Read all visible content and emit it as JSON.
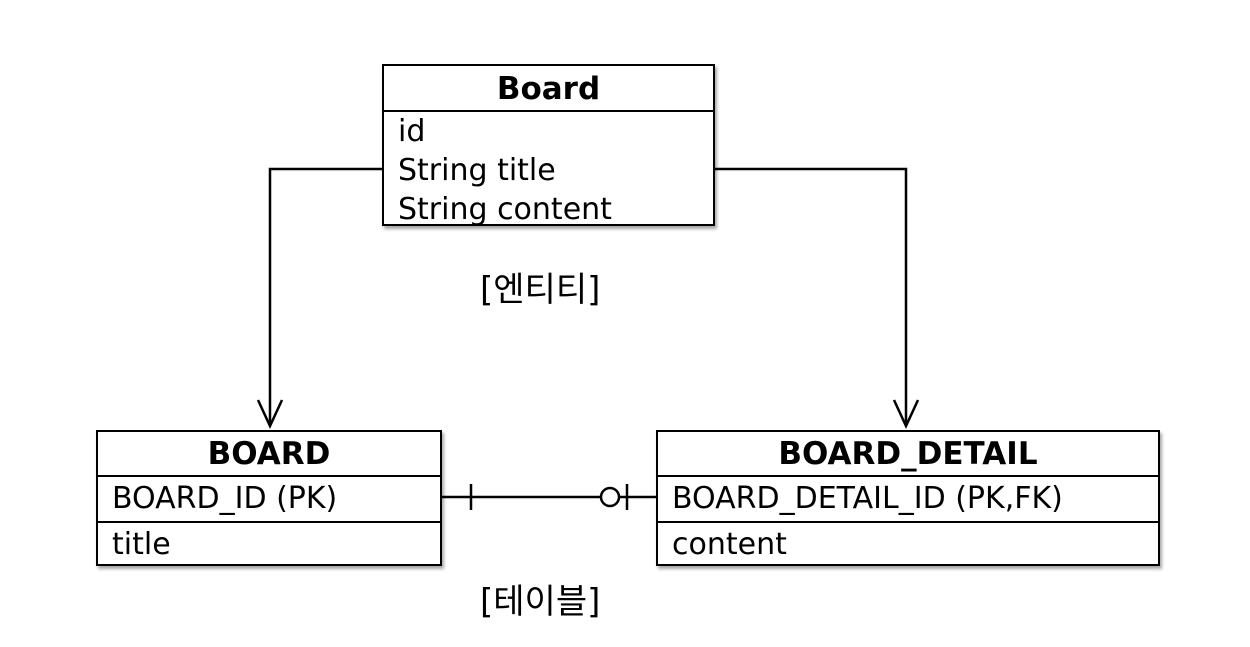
{
  "entity": {
    "title": "Board",
    "fields": [
      "id",
      "String title",
      "String content"
    ],
    "caption": "[엔티티]"
  },
  "tables": {
    "board": {
      "title": "BOARD",
      "pk_row": "BOARD_ID (PK)",
      "rows": [
        "title"
      ]
    },
    "board_detail": {
      "title": "BOARD_DETAIL",
      "pk_row": "BOARD_DETAIL_ID (PK,FK)",
      "rows": [
        "content"
      ]
    },
    "caption": "[테이블]"
  },
  "relationship": {
    "from": "BOARD",
    "to": "BOARD_DETAIL",
    "from_cardinality": "one",
    "to_cardinality": "zero-or-one"
  },
  "mappings": [
    {
      "from": "Board",
      "to": "BOARD"
    },
    {
      "from": "Board",
      "to": "BOARD_DETAIL"
    }
  ]
}
